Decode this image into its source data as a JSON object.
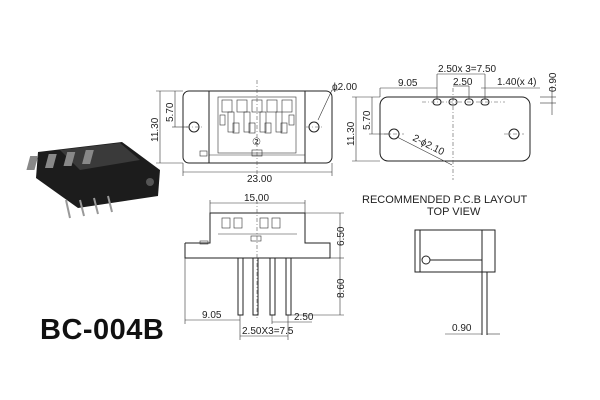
{
  "part_number": "BC-004B",
  "front_view": {
    "width": "23.00",
    "height": "11.30",
    "hole_offset": "5.70",
    "hole_dia": "ϕ2.00",
    "pin_mark": "②"
  },
  "pcb_top_view": {
    "pitch_total": "2.50x 3=7.50",
    "pitch": "2.50",
    "pad_size": "1.40(x 4)",
    "offset": "9.05",
    "edge": "0.90",
    "height": "11.30",
    "hole_offset": "5.70",
    "holes": "2-ϕ2.10"
  },
  "side_view": {
    "width": "15.00",
    "body_height": "6.50",
    "pin_length": "8.60",
    "offset": "9.05",
    "pitch": "2.50",
    "pitch_total": "2.50X3=7.5"
  },
  "pcb_layout": {
    "title_line1": "RECOMMENDED P.C.B LAYOUT",
    "title_line2": "TOP VIEW",
    "dim": "0.90"
  }
}
